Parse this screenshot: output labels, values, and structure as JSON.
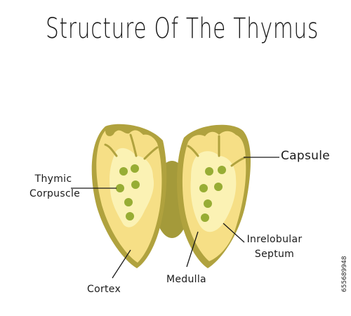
{
  "title": "Structure Of The Thymus",
  "labels": {
    "capsule": "Capsule",
    "thymic_corpuscle_line1": "Thymic",
    "thymic_corpuscle_line2": "Corpuscle",
    "interlobular_septum_line1": "Inrelobular",
    "interlobular_septum_line2": "Septum",
    "medulla": "Medulla",
    "cortex": "Cortex"
  },
  "stock_id": "655689948",
  "colors": {
    "capsule": "#b0a23e",
    "cortex": "#f6df86",
    "medulla": "#fbf2b4",
    "corpuscle": "#97ad34",
    "isthmus": "#a49a3a",
    "line": "#1a1a1a"
  }
}
